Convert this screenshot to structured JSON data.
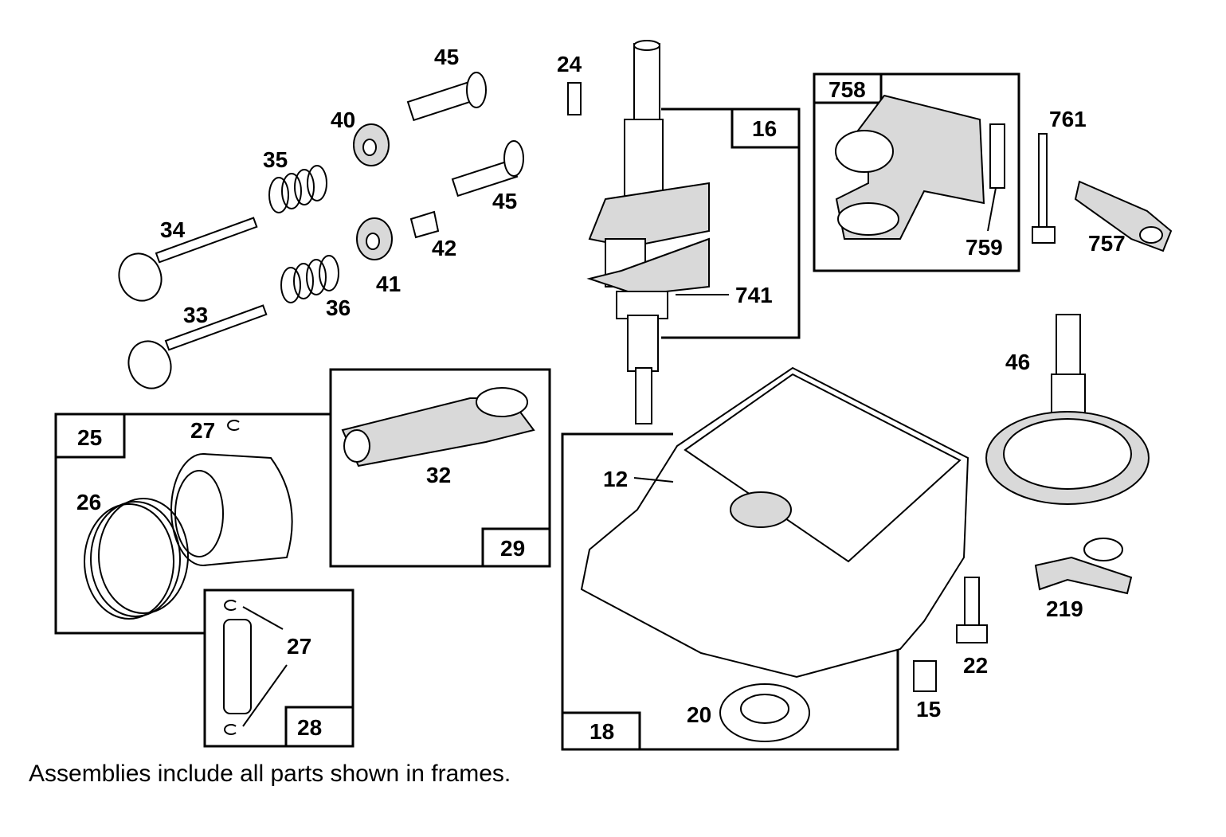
{
  "callouts": {
    "p12": "12",
    "p15": "15",
    "p16": "16",
    "p18": "18",
    "p20": "20",
    "p22": "22",
    "p24": "24",
    "p25": "25",
    "p26": "26",
    "p27a": "27",
    "p27b": "27",
    "p28": "28",
    "p29": "29",
    "p32": "32",
    "p33": "33",
    "p34": "34",
    "p35": "35",
    "p36": "36",
    "p40": "40",
    "p41": "41",
    "p42": "42",
    "p45a": "45",
    "p45b": "45",
    "p46": "46",
    "p219": "219",
    "p741": "741",
    "p757": "757",
    "p758": "758",
    "p759": "759",
    "p761": "761"
  },
  "footnote": "Assemblies include all parts shown in frames."
}
